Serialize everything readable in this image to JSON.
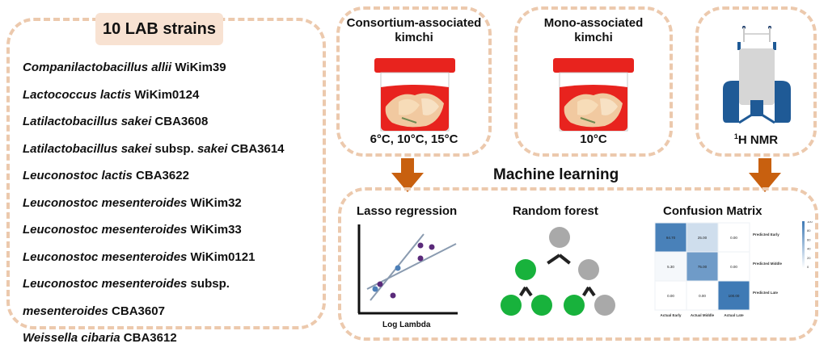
{
  "strains": {
    "title": "10 LAB strains",
    "items": [
      {
        "italic": "Companilactobacillus allii",
        "plain": " WiKim39"
      },
      {
        "italic": "Lactococcus lactis",
        "plain": " WiKim0124"
      },
      {
        "italic": "Latilactobacillus sakei",
        "plain": " CBA3608"
      },
      {
        "italic": "Latilactobacillus sakei",
        "plain": " subsp. ",
        "italic2": "sakei",
        "plain2": " CBA3614"
      },
      {
        "italic": "Leuconostoc lactis",
        "plain": " CBA3622"
      },
      {
        "italic": "Leuconostoc mesenteroides",
        "plain": " WiKim32"
      },
      {
        "italic": "Leuconostoc mesenteroides",
        "plain": " WiKim33"
      },
      {
        "italic": "Leuconostoc mesenteroides",
        "plain": " WiKim0121"
      },
      {
        "italic": "Leuconostoc mesenteroides",
        "plain": " subsp."
      },
      {
        "italic": "mesenteroides",
        "plain": " CBA3607"
      },
      {
        "italic": "Weissella cibaria",
        "plain": " CBA3612"
      }
    ]
  },
  "consortium": {
    "title_line1": "Consortium-associated",
    "title_line2": "kimchi",
    "caption": "6°C, 10°C, 15°C",
    "icon": "kimchi-jar-icon"
  },
  "mono": {
    "title_line1": "Mono-associated",
    "title_line2": "kimchi",
    "caption": "10°C",
    "icon": "kimchi-jar-icon"
  },
  "nmr": {
    "caption_sup": "1",
    "caption": "H NMR",
    "icon": "nmr-spectrometer-icon"
  },
  "machine_learning": {
    "title": "Machine learning",
    "lasso": {
      "title": "Lasso regression",
      "xlabel": "Log Lambda"
    },
    "random_forest": {
      "title": "Random forest",
      "nodes": [
        "gray",
        "green",
        "gray",
        "green",
        "green",
        "green",
        "gray"
      ]
    },
    "confusion_matrix": {
      "title": "Confusion Matrix",
      "row_labels": [
        "Predicted Early",
        "Predicted Middle",
        "Predicted Late"
      ],
      "col_labels": [
        "Actual Early",
        "Actual Middle",
        "Actual Late"
      ],
      "values": [
        [
          "94.70",
          "25.00",
          "0.00"
        ],
        [
          "5.30",
          "75.00",
          "0.00"
        ],
        [
          "0.00",
          "0.00",
          "100.00"
        ]
      ],
      "colorbar_ticks": [
        "100",
        "80",
        "60",
        "40",
        "20",
        "0"
      ]
    }
  },
  "colors": {
    "dash_border": "#ecc9ad",
    "arrow": "#c8600f",
    "jar_red": "#e8231e",
    "node_green": "#18b23c",
    "node_gray": "#a9a9a9",
    "nmr_blue": "#1f5a96",
    "cm_dark": "#3f7ab5"
  }
}
